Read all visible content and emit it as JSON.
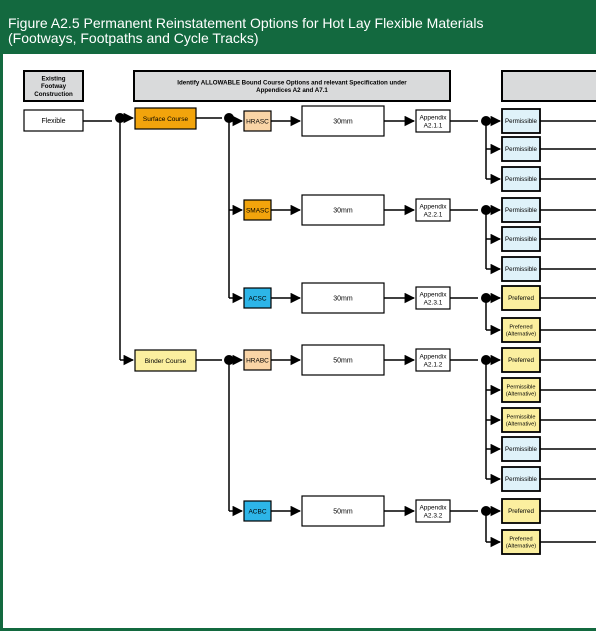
{
  "title": {
    "line1": "Figure A2.5 Permanent Reinstatement Options for Hot Lay Flexible Materials",
    "line2": "(Footways, Footpaths and Cycle Tracks)"
  },
  "colors": {
    "frame": "#13693f",
    "header_box": "#d9dadb",
    "surface": "#f2a40c",
    "binder": "#fbef9f",
    "hra": "#f9d4a6",
    "smasc": "#f2a40c",
    "ac": "#2db5e8",
    "permissible": "#dff2f9",
    "preferred": "#fbef9f"
  },
  "headers": {
    "existing": [
      "Existing",
      "Footway",
      "Construction"
    ],
    "identify": [
      "Identify ALLOWABLE Bound Course Options and relevant Specification under",
      "Appendices A2 and A7.1"
    ]
  },
  "existing_construction": "Flexible",
  "courses": [
    "Surface Course",
    "Binder Course"
  ],
  "materials": [
    "HRASC",
    "SMASC",
    "ACSC",
    "HRABC",
    "ACBC"
  ],
  "thicknesses": [
    "30mm",
    "30mm",
    "30mm",
    "50mm",
    "50mm"
  ],
  "appendices": [
    [
      "Appendix",
      "A2.1.1"
    ],
    [
      "Appendix",
      "A2.2.1"
    ],
    [
      "Appendix",
      "A2.3.1"
    ],
    [
      "Appendix",
      "A2.1.2"
    ],
    [
      "Appendix",
      "A2.3.2"
    ]
  ],
  "outcomes": [
    {
      "lines": [
        "Permissible"
      ],
      "kind": "permissible"
    },
    {
      "lines": [
        "Permissible"
      ],
      "kind": "permissible"
    },
    {
      "lines": [
        "Permissible"
      ],
      "kind": "permissible"
    },
    {
      "lines": [
        "Permissible"
      ],
      "kind": "permissible"
    },
    {
      "lines": [
        "Permissible"
      ],
      "kind": "permissible"
    },
    {
      "lines": [
        "Permissible"
      ],
      "kind": "permissible"
    },
    {
      "lines": [
        "Preferred"
      ],
      "kind": "preferred"
    },
    {
      "lines": [
        "Preferred",
        "(Alternative)"
      ],
      "kind": "preferred"
    },
    {
      "lines": [
        "Preferred"
      ],
      "kind": "preferred"
    },
    {
      "lines": [
        "Permissible",
        "(Alternative)"
      ],
      "kind": "preferred"
    },
    {
      "lines": [
        "Permissible",
        "(Alternative)"
      ],
      "kind": "preferred"
    },
    {
      "lines": [
        "Permissible"
      ],
      "kind": "permissible"
    },
    {
      "lines": [
        "Permissible"
      ],
      "kind": "permissible"
    },
    {
      "lines": [
        "Preferred"
      ],
      "kind": "preferred"
    },
    {
      "lines": [
        "Preferred",
        "(Alternative)"
      ],
      "kind": "preferred"
    }
  ]
}
